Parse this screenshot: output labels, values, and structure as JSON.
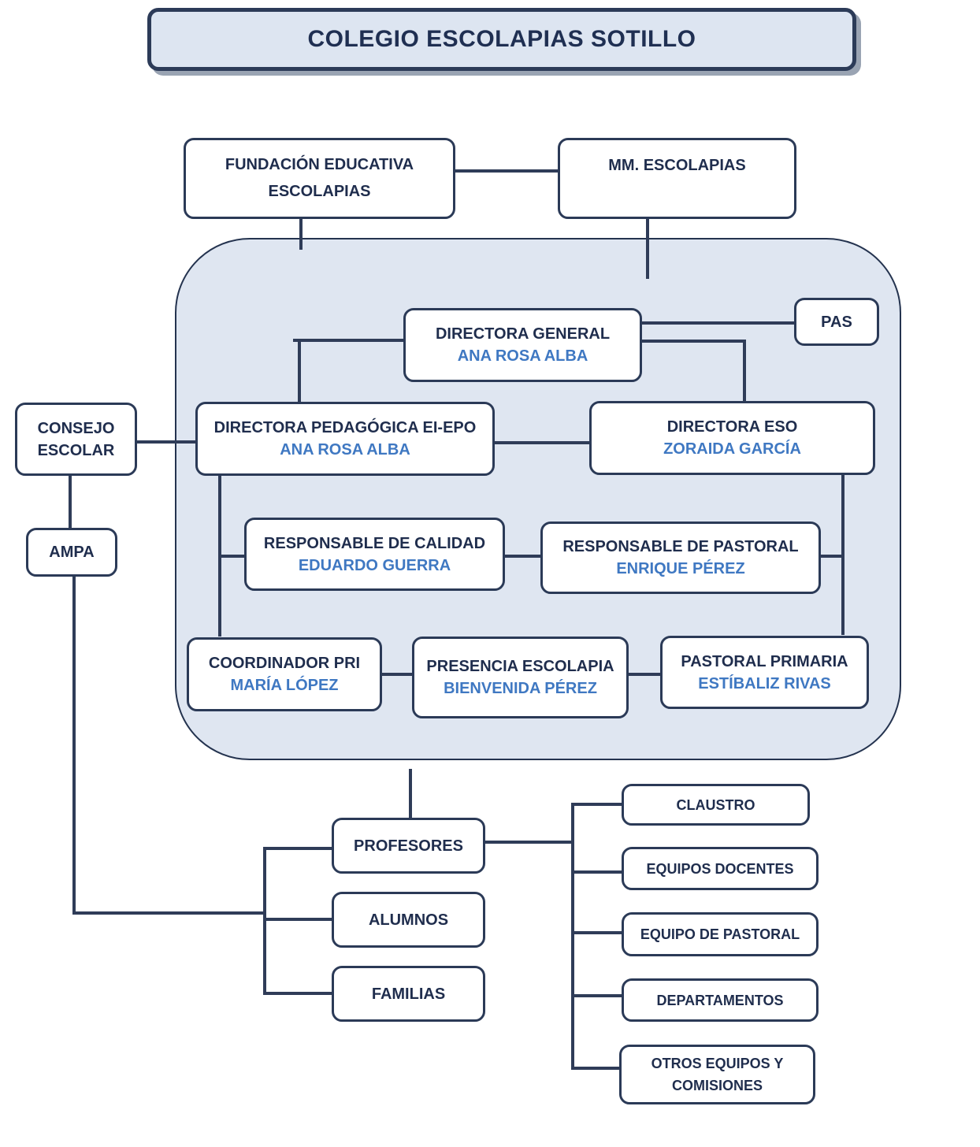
{
  "title": "COLEGIO ESCOLAPIAS SOTILLO",
  "nodes": {
    "fundacion": {
      "line1": "FUNDACIÓN EDUCATIVA",
      "line2": "ESCOLAPIAS"
    },
    "mm_escolapias": {
      "line1": "MM.  ESCOLAPIAS"
    },
    "pas": {
      "line1": "PAS"
    },
    "directora_general": {
      "role": "DIRECTORA GENERAL",
      "name": "ANA ROSA ALBA"
    },
    "consejo_escolar": {
      "line1": "CONSEJO",
      "line2": "ESCOLAR"
    },
    "directora_pedagogica": {
      "role": "DIRECTORA PEDAGÓGICA EI-EPO",
      "name": "ANA ROSA ALBA"
    },
    "directora_eso": {
      "role": "DIRECTORA ESO",
      "name": "ZORAIDA GARCÍA"
    },
    "ampa": {
      "line1": "AMPA"
    },
    "responsable_calidad": {
      "role": "RESPONSABLE DE CALIDAD",
      "name": "EDUARDO GUERRA"
    },
    "responsable_pastoral": {
      "role": "RESPONSABLE DE PASTORAL",
      "name": "ENRIQUE PÉREZ"
    },
    "coordinador_pri": {
      "role": "COORDINADOR PRI",
      "name": "MARÍA LÓPEZ"
    },
    "presencia_escolapia": {
      "role": "PRESENCIA ESCOLAPIA",
      "name": "BIENVENIDA PÉREZ"
    },
    "pastoral_primaria": {
      "role": "PASTORAL PRIMARIA",
      "name": "ESTÍBALIZ RIVAS"
    },
    "profesores": {
      "line1": "PROFESORES"
    },
    "alumnos": {
      "line1": "ALUMNOS"
    },
    "familias": {
      "line1": "FAMILIAS"
    },
    "claustro": {
      "line1": "CLAUSTRO"
    },
    "equipos_docentes": {
      "line1": "EQUIPOS DOCENTES"
    },
    "equipo_pastoral": {
      "line1": "EQUIPO DE PASTORAL"
    },
    "departamentos": {
      "line1": "DEPARTAMENTOS"
    },
    "otros_equipos": {
      "line1": "OTROS EQUIPOS Y",
      "line2": "COMISIONES"
    }
  },
  "colors": {
    "border": "#2b3a57",
    "name_text": "#3f78c2",
    "panel_fill": "#dfe6f1",
    "title_fill": "#dde5f1"
  }
}
